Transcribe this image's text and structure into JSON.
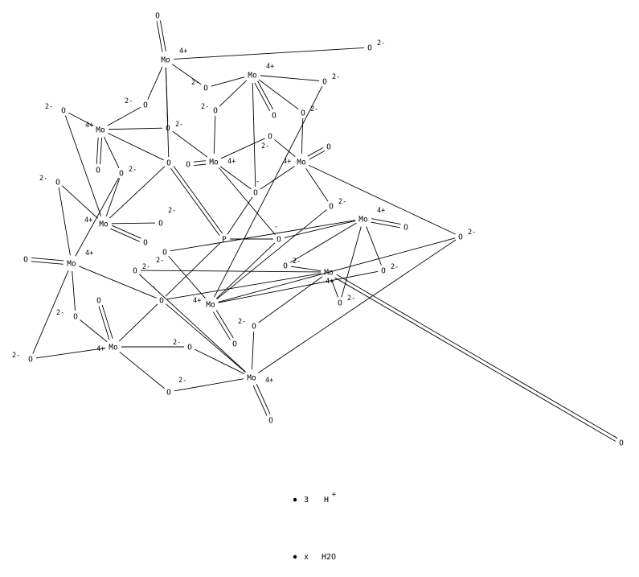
{
  "structure": {
    "atoms": [
      {
        "id": "Mo1",
        "element": "Mo",
        "charge": "4+"
      },
      {
        "id": "Mo2",
        "element": "Mo",
        "charge": "4+"
      },
      {
        "id": "Mo3",
        "element": "Mo",
        "charge": "4+"
      },
      {
        "id": "Mo4",
        "element": "Mo",
        "charge": "4+"
      },
      {
        "id": "Mo5",
        "element": "Mo",
        "charge": "4+"
      },
      {
        "id": "Mo6",
        "element": "Mo",
        "charge": "4+"
      },
      {
        "id": "Mo7",
        "element": "Mo",
        "charge": "4+"
      },
      {
        "id": "Mo8",
        "element": "Mo",
        "charge": "4+"
      },
      {
        "id": "Mo9",
        "element": "Mo",
        "charge": "4+"
      },
      {
        "id": "Mo10",
        "element": "Mo",
        "charge": "4+"
      },
      {
        "id": "Mo11",
        "element": "Mo",
        "charge": "4+"
      },
      {
        "id": "Mo12",
        "element": "Mo",
        "charge": "4+"
      },
      {
        "id": "P",
        "element": "P",
        "charge": ""
      },
      {
        "id": "Ot1",
        "element": "O",
        "charge": ""
      },
      {
        "id": "Ot2",
        "element": "O",
        "charge": ""
      },
      {
        "id": "Ot3",
        "element": "O",
        "charge": ""
      },
      {
        "id": "Ot4",
        "element": "O",
        "charge": ""
      },
      {
        "id": "Ot5",
        "element": "O",
        "charge": ""
      },
      {
        "id": "Ot6",
        "element": "O",
        "charge": ""
      },
      {
        "id": "Ot7",
        "element": "O",
        "charge": ""
      },
      {
        "id": "Ot8",
        "element": "O",
        "charge": ""
      },
      {
        "id": "Ot9",
        "element": "O",
        "charge": ""
      },
      {
        "id": "Ot10",
        "element": "O",
        "charge": ""
      },
      {
        "id": "Ot11",
        "element": "O",
        "charge": ""
      },
      {
        "id": "Ot12",
        "element": "O",
        "charge": ""
      },
      {
        "id": "Oa",
        "element": "O",
        "charge": ""
      },
      {
        "id": "Ob",
        "element": "O",
        "charge": "-"
      },
      {
        "id": "Oc",
        "element": "O",
        "charge": "-"
      },
      {
        "id": "Od",
        "element": "O",
        "charge": "-"
      },
      {
        "id": "B1",
        "element": "O",
        "charge": "2-"
      },
      {
        "id": "B2",
        "element": "O",
        "charge": "2-"
      },
      {
        "id": "B3",
        "element": "O",
        "charge": "2-"
      },
      {
        "id": "B4",
        "element": "O",
        "charge": "2-"
      },
      {
        "id": "B5",
        "element": "O",
        "charge": "2-"
      },
      {
        "id": "B6",
        "element": "O",
        "charge": "2-"
      },
      {
        "id": "B7",
        "element": "O",
        "charge": "2-"
      },
      {
        "id": "B8",
        "element": "O",
        "charge": "2-"
      },
      {
        "id": "B9",
        "element": "O",
        "charge": "2-"
      },
      {
        "id": "B10",
        "element": "O",
        "charge": "2-"
      },
      {
        "id": "B11",
        "element": "O",
        "charge": "2-"
      },
      {
        "id": "B12",
        "element": "O",
        "charge": "2-"
      },
      {
        "id": "B13",
        "element": "O",
        "charge": "2-"
      },
      {
        "id": "B14",
        "element": "O",
        "charge": "2-"
      },
      {
        "id": "B15",
        "element": "O",
        "charge": "2-"
      },
      {
        "id": "B16",
        "element": "O",
        "charge": "2-"
      },
      {
        "id": "B17",
        "element": "O",
        "charge": "2-"
      },
      {
        "id": "B18",
        "element": "O",
        "charge": "2-"
      },
      {
        "id": "B19",
        "element": "O",
        "charge": "2-"
      },
      {
        "id": "B20",
        "element": "O",
        "charge": "2-"
      },
      {
        "id": "B21",
        "element": "O",
        "charge": "2-"
      },
      {
        "id": "B22",
        "element": "O",
        "charge": "2-"
      },
      {
        "id": "B23",
        "element": "O",
        "charge": "2-"
      },
      {
        "id": "B24",
        "element": "O",
        "charge": "2-"
      }
    ],
    "bonds": [
      [
        "Mo1",
        "Ot1",
        2
      ],
      [
        "Mo1",
        "B1",
        1
      ],
      [
        "Mo1",
        "B3",
        1
      ],
      [
        "Mo1",
        "B4",
        1
      ],
      [
        "Mo1",
        "B6",
        1
      ],
      [
        "Mo1",
        "Oa",
        1
      ],
      [
        "Mo2",
        "B3",
        1
      ],
      [
        "Mo2",
        "B2",
        1
      ],
      [
        "Mo2",
        "B7",
        1
      ],
      [
        "Mo2",
        "B5",
        1
      ],
      [
        "Mo2",
        "Ot2",
        2
      ],
      [
        "Mo2",
        "Ob",
        1
      ],
      [
        "Mo3",
        "B4",
        1
      ],
      [
        "Mo3",
        "B6",
        1
      ],
      [
        "Mo3",
        "Ot3",
        2
      ],
      [
        "Mo3",
        "B8",
        1
      ],
      [
        "Mo3",
        "Oa",
        1
      ],
      [
        "Mo3",
        "B10",
        1
      ],
      [
        "Mo4",
        "B5",
        1
      ],
      [
        "Mo4",
        "B6",
        1
      ],
      [
        "Mo4",
        "Ot4",
        2
      ],
      [
        "Mo4",
        "B9",
        1
      ],
      [
        "Mo4",
        "Ob",
        1
      ],
      [
        "Mo4",
        "Od",
        1
      ],
      [
        "Mo5",
        "B7",
        1
      ],
      [
        "Mo5",
        "B9",
        1
      ],
      [
        "Mo5",
        "Ot5",
        2
      ],
      [
        "Mo5",
        "Ob",
        1
      ],
      [
        "Mo5",
        "B11",
        1
      ],
      [
        "Mo5",
        "B12",
        1
      ],
      [
        "Mo6",
        "B10",
        1
      ],
      [
        "Mo6",
        "B8",
        1
      ],
      [
        "Mo6",
        "B13",
        1
      ],
      [
        "Mo6",
        "Ot6",
        2
      ],
      [
        "Mo6",
        "B15",
        1
      ],
      [
        "Mo6",
        "Oa",
        1
      ],
      [
        "Mo7",
        "Ot7",
        2
      ],
      [
        "Mo7",
        "B10",
        1
      ],
      [
        "Mo7",
        "B15",
        1
      ],
      [
        "Mo7",
        "B16",
        1
      ],
      [
        "Mo7",
        "B22",
        1
      ],
      [
        "Mo7",
        "Oc",
        1
      ],
      [
        "Mo8",
        "B11",
        1
      ],
      [
        "Mo8",
        "B2",
        1
      ],
      [
        "Mo8",
        "B12",
        1
      ],
      [
        "Mo8",
        "Ot8",
        2
      ],
      [
        "Mo8",
        "B14",
        1
      ],
      [
        "Mo8",
        "B20",
        1
      ],
      [
        "Mo8",
        "Od",
        1
      ],
      [
        "Mo9",
        "B20",
        1
      ],
      [
        "Mo9",
        "B14",
        1
      ],
      [
        "Mo9",
        "B17",
        1
      ],
      [
        "Mo9",
        "B19",
        1
      ],
      [
        "Mo9",
        "Ot9",
        2
      ],
      [
        "Mo9",
        "Od",
        1
      ],
      [
        "Mo10",
        "B17",
        1
      ],
      [
        "Mo10",
        "B19",
        1
      ],
      [
        "Mo10",
        "Ot10",
        2
      ],
      [
        "Mo10",
        "B18",
        1
      ],
      [
        "Mo10",
        "Oc",
        1
      ],
      [
        "Mo10",
        "B23",
        1
      ],
      [
        "Mo11",
        "B16",
        1
      ],
      [
        "Mo11",
        "B22",
        1
      ],
      [
        "Mo11",
        "Ot11",
        2
      ],
      [
        "Mo11",
        "B21",
        1
      ],
      [
        "Mo11",
        "B24",
        1
      ],
      [
        "Mo11",
        "Oc",
        1
      ],
      [
        "Mo12",
        "B18",
        1
      ],
      [
        "Mo12",
        "B24",
        1
      ],
      [
        "Mo12",
        "B21",
        1
      ],
      [
        "Mo12",
        "B23",
        1
      ],
      [
        "Mo12",
        "B12",
        1
      ],
      [
        "Mo12",
        "Ot12",
        2
      ],
      [
        "Mo12",
        "Oc",
        1
      ],
      [
        "P",
        "Oa",
        2
      ],
      [
        "P",
        "Ob",
        1
      ],
      [
        "P",
        "Oc",
        1
      ],
      [
        "P",
        "Od",
        1
      ]
    ]
  },
  "formula": {
    "counterion": {
      "count": "3",
      "species": "H",
      "charge": "+"
    },
    "solvate": {
      "count": "x",
      "species": "H2O"
    }
  }
}
